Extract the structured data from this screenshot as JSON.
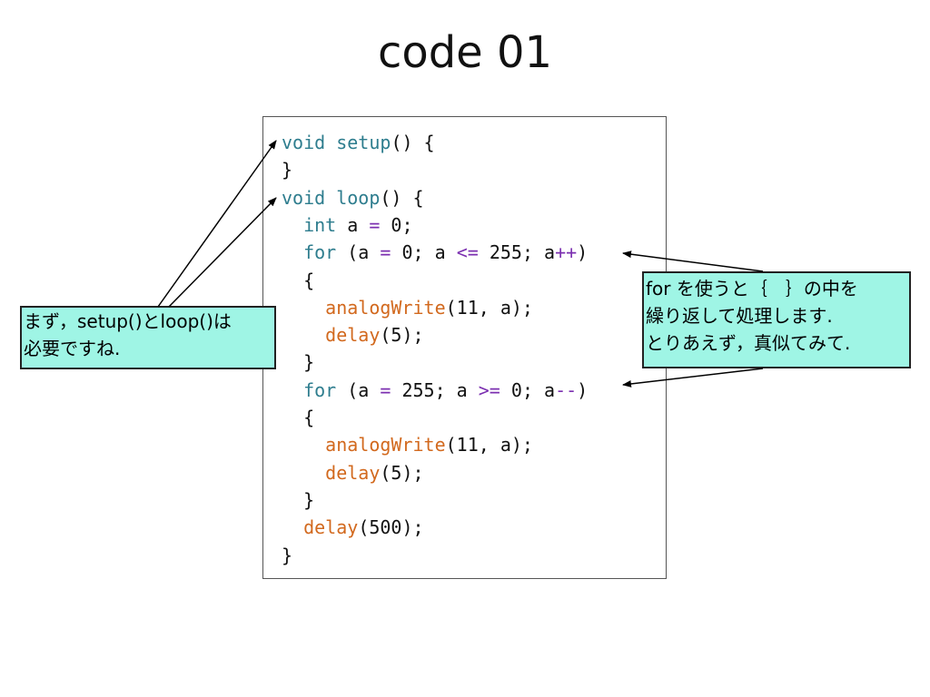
{
  "slide": {
    "title": "code 01"
  },
  "colors": {
    "keyword": "#2e7d8e",
    "function": "#d2691e",
    "operator": "#7b2fb0",
    "text": "#111111",
    "callout_bg": "#9ff5e5"
  },
  "code": {
    "lines": [
      [
        {
          "t": "void",
          "c": "keyword"
        },
        {
          "t": " ",
          "c": "text"
        },
        {
          "t": "setup",
          "c": "keyword"
        },
        {
          "t": "() {",
          "c": "text"
        }
      ],
      [
        {
          "t": "}",
          "c": "text"
        }
      ],
      [
        {
          "t": "void",
          "c": "keyword"
        },
        {
          "t": " ",
          "c": "text"
        },
        {
          "t": "loop",
          "c": "keyword"
        },
        {
          "t": "() {",
          "c": "text"
        }
      ],
      [
        {
          "t": "  ",
          "c": "text"
        },
        {
          "t": "int",
          "c": "keyword"
        },
        {
          "t": " a ",
          "c": "text"
        },
        {
          "t": "=",
          "c": "operator"
        },
        {
          "t": " 0;",
          "c": "text"
        }
      ],
      [
        {
          "t": "  ",
          "c": "text"
        },
        {
          "t": "for",
          "c": "keyword"
        },
        {
          "t": " (a ",
          "c": "text"
        },
        {
          "t": "=",
          "c": "operator"
        },
        {
          "t": " 0; a ",
          "c": "text"
        },
        {
          "t": "<=",
          "c": "operator"
        },
        {
          "t": " 255; a",
          "c": "text"
        },
        {
          "t": "++",
          "c": "operator"
        },
        {
          "t": ")",
          "c": "text"
        }
      ],
      [
        {
          "t": "  {",
          "c": "text"
        }
      ],
      [
        {
          "t": "    ",
          "c": "text"
        },
        {
          "t": "analogWrite",
          "c": "function"
        },
        {
          "t": "(11, a);",
          "c": "text"
        }
      ],
      [
        {
          "t": "    ",
          "c": "text"
        },
        {
          "t": "delay",
          "c": "function"
        },
        {
          "t": "(5);",
          "c": "text"
        }
      ],
      [
        {
          "t": "  }",
          "c": "text"
        }
      ],
      [
        {
          "t": "  ",
          "c": "text"
        },
        {
          "t": "for",
          "c": "keyword"
        },
        {
          "t": " (a ",
          "c": "text"
        },
        {
          "t": "=",
          "c": "operator"
        },
        {
          "t": " 255; a ",
          "c": "text"
        },
        {
          "t": ">=",
          "c": "operator"
        },
        {
          "t": " 0; a",
          "c": "text"
        },
        {
          "t": "--",
          "c": "operator"
        },
        {
          "t": ")",
          "c": "text"
        }
      ],
      [
        {
          "t": "  {",
          "c": "text"
        }
      ],
      [
        {
          "t": "    ",
          "c": "text"
        },
        {
          "t": "analogWrite",
          "c": "function"
        },
        {
          "t": "(11, a);",
          "c": "text"
        }
      ],
      [
        {
          "t": "    ",
          "c": "text"
        },
        {
          "t": "delay",
          "c": "function"
        },
        {
          "t": "(5);",
          "c": "text"
        }
      ],
      [
        {
          "t": "  }",
          "c": "text"
        }
      ],
      [
        {
          "t": "  ",
          "c": "text"
        },
        {
          "t": "delay",
          "c": "function"
        },
        {
          "t": "(500);",
          "c": "text"
        }
      ],
      [
        {
          "t": "}",
          "c": "text"
        }
      ]
    ]
  },
  "callouts": {
    "left": {
      "line1": "まず，setup()とloop()は",
      "line2": "必要ですね."
    },
    "right": {
      "line1": "for を使うと｛　｝の中を",
      "line2": "繰り返して処理します.",
      "line3": "とりあえず，真似てみて."
    }
  }
}
